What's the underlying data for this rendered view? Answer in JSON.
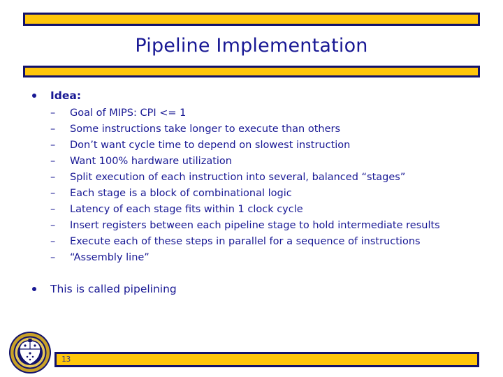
{
  "slide": {
    "title": "Pipeline Implementation",
    "page_number": "13",
    "colors": {
      "accent_gold": "#FFC60B",
      "accent_navy": "#12126B",
      "text_navy": "#181894",
      "background": "#FFFFFF"
    },
    "logo": {
      "name": "university-of-pittsburgh-seal",
      "ring_text_top": "UNIVERSITY OF",
      "ring_text_bottom": "PITTSBURGH"
    },
    "content": [
      {
        "level": 1,
        "bullet": "dot",
        "bold": true,
        "text": "Idea:",
        "children": [
          {
            "level": 2,
            "bullet": "dash",
            "text": "Goal of MIPS:  CPI <= 1"
          },
          {
            "level": 2,
            "bullet": "dash",
            "text": "Some instructions take longer to execute than others"
          },
          {
            "level": 2,
            "bullet": "dash",
            "text": "Don’t want cycle time to depend on slowest instruction"
          },
          {
            "level": 2,
            "bullet": "dash",
            "text": "Want 100% hardware utilization"
          },
          {
            "level": 2,
            "bullet": "dash",
            "text": "Split execution of each instruction into several, balanced “stages”"
          },
          {
            "level": 2,
            "bullet": "dash",
            "text": "Each stage is a block of combinational logic"
          },
          {
            "level": 2,
            "bullet": "dash",
            "text": "Latency of each stage fits within 1 clock cycle"
          },
          {
            "level": 2,
            "bullet": "dash",
            "text": "Insert registers between each pipeline stage to hold intermediate results"
          },
          {
            "level": 2,
            "bullet": "dash",
            "text": "Execute each of these steps in parallel for a sequence of instructions"
          },
          {
            "level": 2,
            "bullet": "dash",
            "text": "“Assembly line”"
          }
        ]
      },
      {
        "level": 1,
        "bullet": "dot",
        "bold": false,
        "text": "This is called pipelining",
        "children": []
      }
    ]
  }
}
